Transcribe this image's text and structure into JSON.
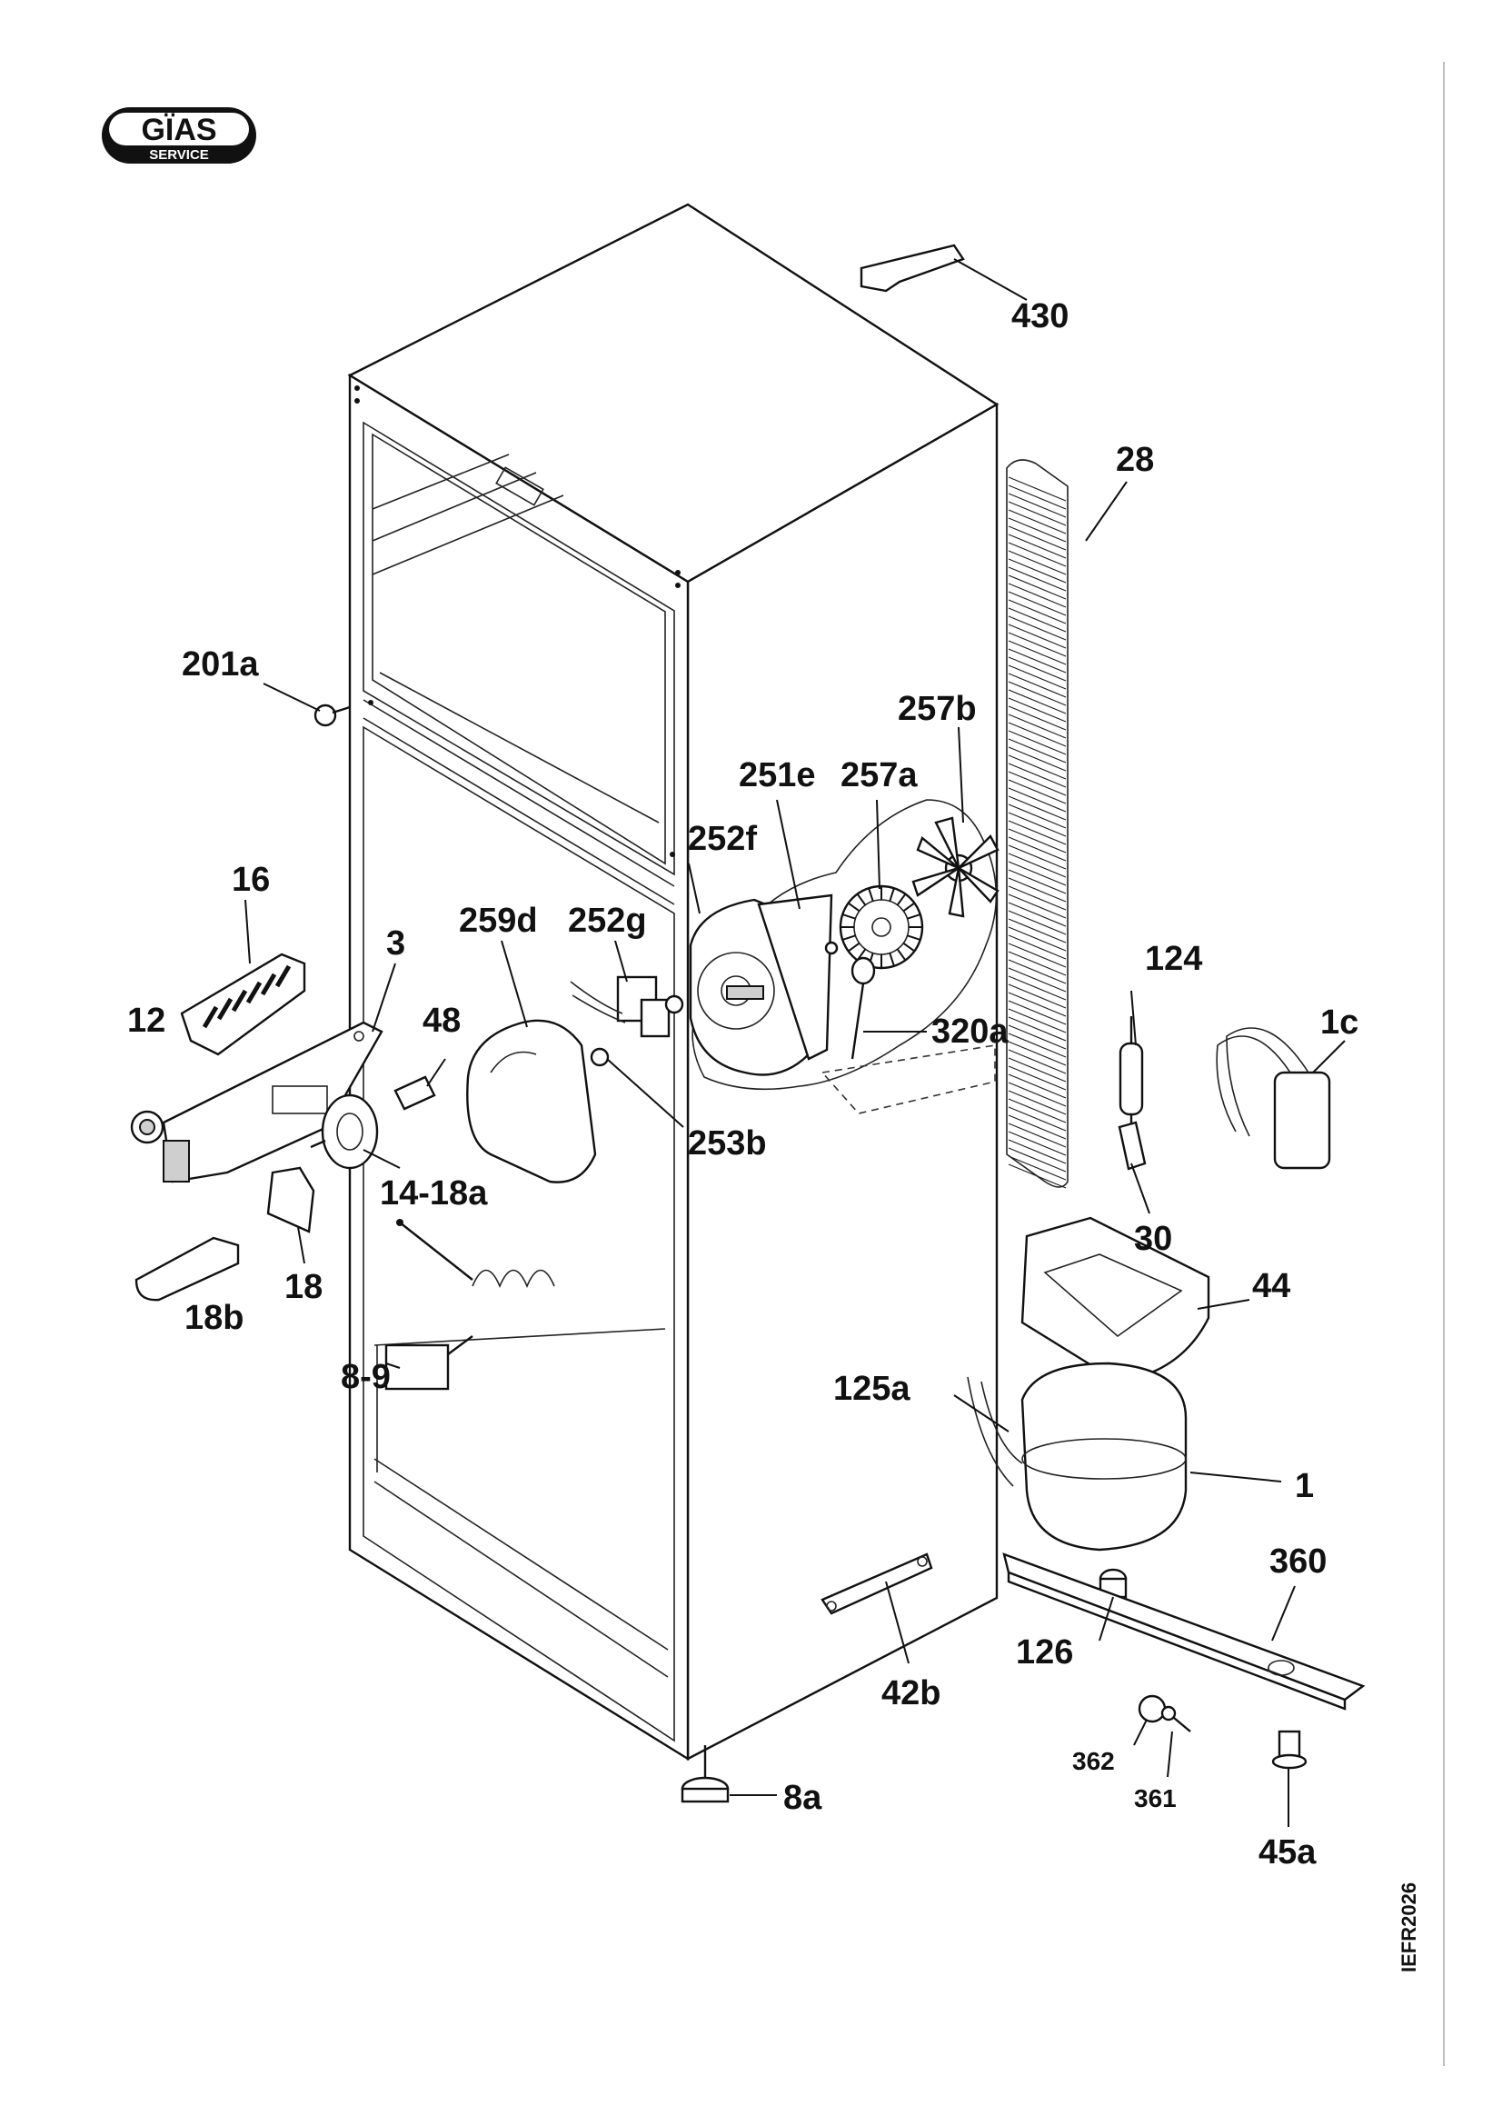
{
  "logo": {
    "brand": "GÏAS",
    "sub": "SERVICE"
  },
  "ref_code": "IEFR2026",
  "labels": {
    "p430": "430",
    "p28": "28",
    "p201a": "201a",
    "p257b": "257b",
    "p251e": "251e",
    "p257a": "257a",
    "p252f": "252f",
    "p16": "16",
    "p3": "3",
    "p259d": "259d",
    "p252g": "252g",
    "p48": "48",
    "p12": "12",
    "p124": "124",
    "p320a": "320a",
    "p1c": "1c",
    "p253b": "253b",
    "p14_18a": "14-18a",
    "p30": "30",
    "p18": "18",
    "p44": "44",
    "p18b": "18b",
    "p8_9": "8-9",
    "p125a": "125a",
    "p1": "1",
    "p360": "360",
    "p126": "126",
    "p42b": "42b",
    "p362": "362",
    "p361": "361",
    "p45a": "45a",
    "p8a": "8a"
  }
}
